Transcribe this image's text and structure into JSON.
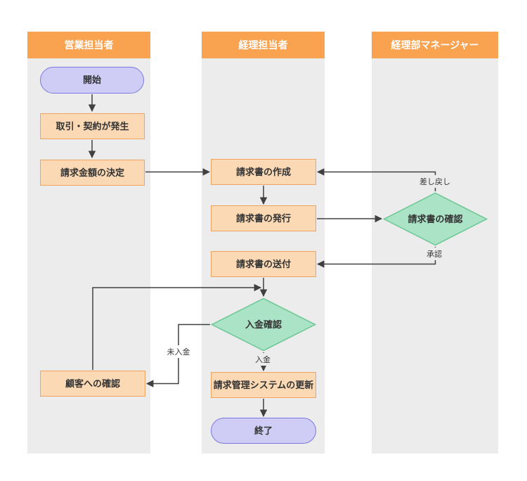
{
  "colors": {
    "lane-header": "#F9A250",
    "lane-body": "#ECECEC",
    "header-text": "#FFFFFF",
    "process-fill": "#FBD9B4",
    "process-border": "#F0A35C",
    "terminal-fill": "#CFCDF5",
    "terminal-border": "#7B79E0",
    "decision-fill": "#ABE3C6",
    "decision-border": "#6CC795",
    "line": "#404040",
    "text": "#333333"
  },
  "lanes": [
    {
      "title": "営業担当者"
    },
    {
      "title": "経理担当者"
    },
    {
      "title": "経理部マネージャー"
    }
  ],
  "nodes": {
    "start": {
      "label": "開始",
      "type": "terminal"
    },
    "transaction": {
      "label": "取引・契約が発生",
      "type": "process"
    },
    "decide_amount": {
      "label": "請求金額の決定",
      "type": "process"
    },
    "create_invoice": {
      "label": "請求書の作成",
      "type": "process"
    },
    "issue_invoice": {
      "label": "請求書の発行",
      "type": "process"
    },
    "check_invoice": {
      "label": "請求書の確認",
      "type": "decision"
    },
    "send_invoice": {
      "label": "請求書の送付",
      "type": "process"
    },
    "check_payment": {
      "label": "入金確認",
      "type": "decision"
    },
    "confirm_customer": {
      "label": "顧客への確認",
      "type": "process"
    },
    "update_system": {
      "label": "請求管理システムの更新",
      "type": "process"
    },
    "end": {
      "label": "終了",
      "type": "terminal"
    }
  },
  "edge_labels": {
    "return": "差し戻し",
    "approve": "承認",
    "unpaid": "未入金",
    "paid": "入金"
  }
}
